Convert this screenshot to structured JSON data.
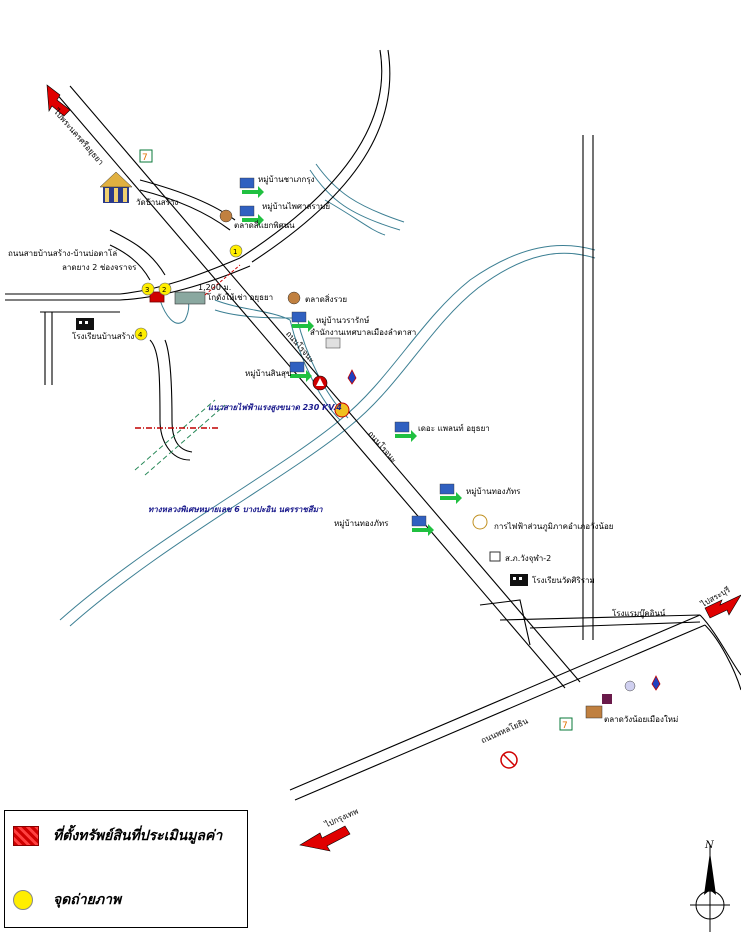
{
  "labels": {
    "road_to_phra": "ไปพระนครศรีอยุธยา",
    "temple": "วัดบ้านสร้าง",
    "village_1": "หมู่บ้านชาเภกรุง",
    "village_2": "หมู่บ้านไพศาลรามย์",
    "market_1": "ตลาดสี่แยกพิศนน",
    "road_desc_1": "ถนนสายบ้านสร้าง-บ้านบ่อตาโล่",
    "road_desc_2": "ลาดยาง 2 ช่องจราจร",
    "distance": "1,200 ม.",
    "factory": "โกดังให้เช่า อยุธยา",
    "market_2": "ตลาดสิ่งรวย",
    "village_3": "หมู่บ้านวรารักษ์",
    "office": "สำนักงานเทศบาลเมืองลำตาสา",
    "school_1": "โรงเรียนบ้านสร้าง",
    "village_4": "หมู่บ้านสินสุข",
    "road_name_1": "ถนนโรจนะ",
    "powerline": "แนวสายไฟฟ้าแรงสูงขนาด 230 KV.4",
    "motorway": "ทางหลวงพิเศษหมายเลข 6 บางปะอิน นครราชสีมา",
    "village_5": "เดอะ แพลนท์ อยุธยา",
    "road_name_2": "ถนนโรจนะ",
    "village_6": "หมู่บ้านทองภัทร",
    "village_7": "หมู่บ้านทองภัทร",
    "pea": "การไฟฟ้าส่วนภูมิภาคอำเภอวังน้อย",
    "police": "ส.ภ.วังจุฬา-2",
    "school_2": "โรงเรียนวัดศิริราม",
    "hotel": "โรงแรมบู๊คอินน์",
    "to_saraburi": "ไปสระบุรี",
    "market_3": "ตลาดวังน้อยเมืองใหม่",
    "road_name_3": "ถนนพหลโยธิน",
    "to_bangkok": "ไปกรุงเทพ",
    "north": "N"
  },
  "legend": {
    "asset_location": "ที่ตั้งทรัพย์สินที่ประเมินมูลค่า",
    "photo_point": "จุดถ่ายภาพ"
  },
  "photo_points": [
    "1",
    "2",
    "3",
    "4"
  ],
  "colors": {
    "asset": "#d00000",
    "photo_point": "#ffee00",
    "river": "#7cc8d8",
    "road": "#000000",
    "powerline": "#c00000"
  }
}
